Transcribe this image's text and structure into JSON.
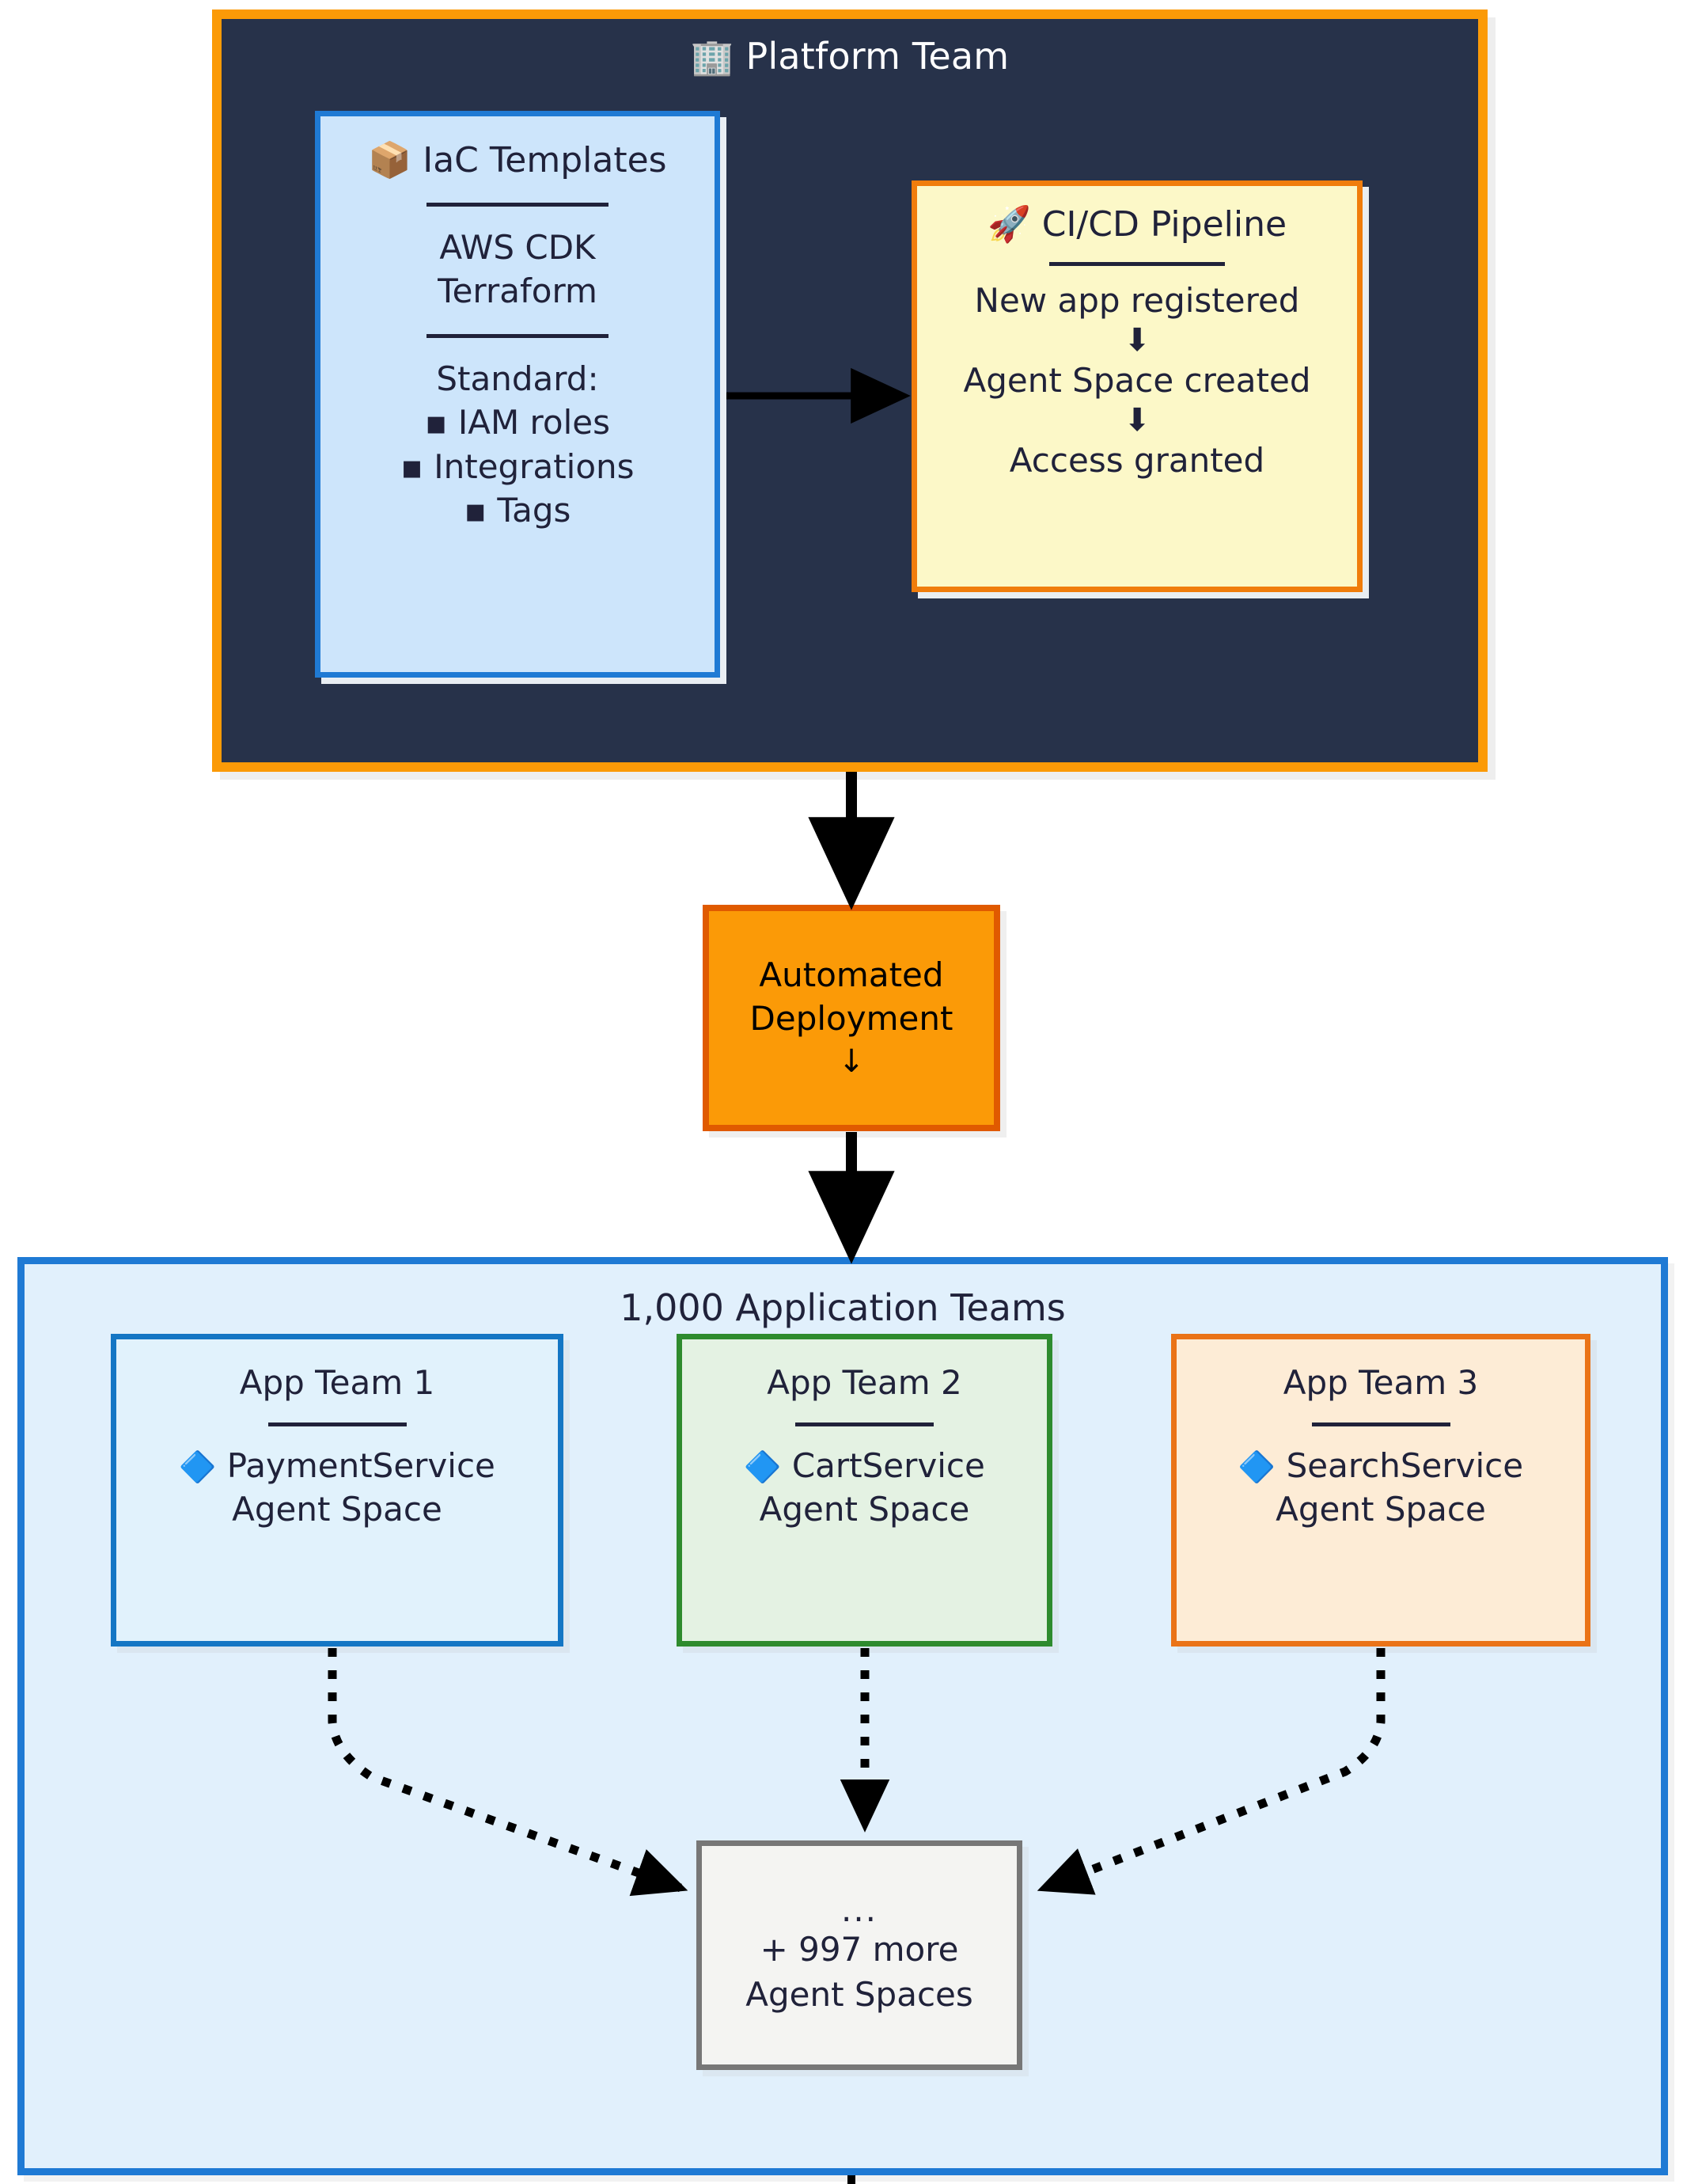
{
  "platform": {
    "title": "Platform Team",
    "title_icon": "🏢",
    "icon_name": "office-building-icon",
    "border_color": "#fb9a07",
    "fill_color": "#27324a"
  },
  "iac": {
    "title": "IaC Templates",
    "title_icon": "📦",
    "icon_name": "package-icon",
    "tools": [
      "AWS CDK",
      "Terraform"
    ],
    "standard_label": "Standard:",
    "standard_items": [
      "▪ IAM roles",
      "▪ Integrations",
      "▪ Tags"
    ],
    "border_color": "#1f7ad4",
    "fill_color": "#cde5fb"
  },
  "cicd": {
    "title": "CI/CD Pipeline",
    "title_icon": "🚀",
    "icon_name": "rocket-icon",
    "steps": [
      "New app registered",
      "Agent Space created",
      "Access granted"
    ],
    "step_arrow": "⬇",
    "border_color": "#f07d0c",
    "fill_color": "#fcf8c8"
  },
  "deployment": {
    "line1": "Automated",
    "line2": "Deployment",
    "arrow": "↓",
    "border_color": "#e05a00",
    "fill_color": "#fb9a07"
  },
  "apps": {
    "title": "1,000 Application Teams",
    "border_color": "#1f7ad4",
    "fill_color": "#e1f0fc",
    "teams": [
      {
        "title": "App Team 1",
        "icon": "🔷",
        "icon_name": "blue-diamond-icon",
        "service": "PaymentService",
        "space_label": "Agent Space",
        "border_color": "#1476c4",
        "fill_color": "#e1f2fc"
      },
      {
        "title": "App Team 2",
        "icon": "🔷",
        "icon_name": "blue-diamond-icon",
        "service": "CartService",
        "space_label": "Agent Space",
        "border_color": "#2e8b2e",
        "fill_color": "#e4f2e3"
      },
      {
        "title": "App Team 3",
        "icon": "🔷",
        "icon_name": "blue-diamond-icon",
        "service": "SearchService",
        "space_label": "Agent Space",
        "border_color": "#ea7317",
        "fill_color": "#fdecd6"
      }
    ],
    "more": {
      "dots": "...",
      "line1": "+ 997 more",
      "line2": "Agent Spaces",
      "border_color": "#777777",
      "fill_color": "#f4f4f2"
    }
  }
}
